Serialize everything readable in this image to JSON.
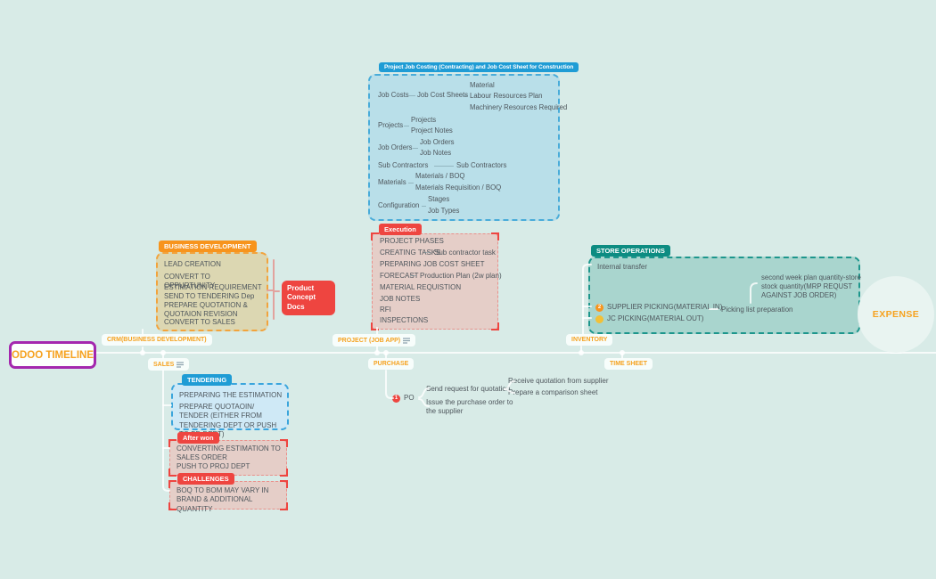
{
  "root": {
    "label": "ODOO TIMELINE"
  },
  "branches": {
    "crm": {
      "label": "CRM(BUSINESS DEVELOPMENT)"
    },
    "sales": {
      "label": "SALES"
    },
    "project": {
      "label": "PROJECT (JOB APP)"
    },
    "purchase": {
      "label": "PURCHASE"
    },
    "inventory": {
      "label": "INVENTORY"
    },
    "timesheet": {
      "label": "TIME SHEET"
    },
    "expense": {
      "label": "EXPENSE"
    }
  },
  "business_development": {
    "title": "BUSINESS DEVELOPMENT",
    "items": [
      "LEAD CREATION",
      "CONVERT TO OPPURTUNITY",
      "ESTIMATION REQUIREMENT SEND TO TENDERING Dep",
      "PREPARE QUOTATION  & QUOTAION REVISION",
      "CONVERT TO SALES"
    ],
    "attachment": "Product Concept Docs"
  },
  "job_costing": {
    "title": "Project Job Costing (Contracting) and Job Cost Sheet for Construction",
    "rows": [
      {
        "parent": "Job Costs",
        "mid": "Job Cost Sheets",
        "children": [
          "Material",
          "Labour Resources Plan",
          "Machinery Resources Required"
        ]
      },
      {
        "parent": "Projects",
        "children": [
          "Projects",
          "Project Notes"
        ]
      },
      {
        "parent": "Job Orders",
        "children": [
          "Job Orders",
          "Job Notes"
        ]
      },
      {
        "parent": "Sub Contractors",
        "children": [
          "Sub Contractors"
        ]
      },
      {
        "parent": "Materials",
        "children": [
          "Materials / BOQ",
          "Materials Requisition / BOQ"
        ]
      },
      {
        "parent": "Configuration",
        "children": [
          "Stages",
          "Job Types"
        ]
      }
    ]
  },
  "execution": {
    "title": "Execution",
    "items": [
      {
        "label": "PROJECT PHASES"
      },
      {
        "label": "CREATING TASKS",
        "child": "Sub contractor task"
      },
      {
        "label": "PREPARING JOB COST SHEET"
      },
      {
        "label": "FORECAST",
        "child": "Production Plan (2w plan)"
      },
      {
        "label": "MATERIAL REQUISTION"
      },
      {
        "label": "JOB NOTES"
      },
      {
        "label": "RFI"
      },
      {
        "label": "INSPECTIONS"
      }
    ]
  },
  "tendering": {
    "title": "TENDERING",
    "items": [
      "PREPARING THE ESTIMATION",
      "PREPARE QUOTAOIN/ TENDER (EITHER FROM TENDERING DEPT OR PUSH TO BD DEPT)"
    ]
  },
  "after_won": {
    "title": "After won",
    "items": [
      "CONVERTING ESTIMATION TO SALES ORDER",
      "PUSH TO PROJ DEPT"
    ]
  },
  "challenges": {
    "title": "CHALLENGES",
    "items": [
      "BOQ TO BOM MAY VARY IN BRAND & ADDITIONAL QUANTITY"
    ]
  },
  "purchase_flow": {
    "po_label": "PO",
    "send_rfq": "Send request for quotation",
    "receive_quote": "Receive quotation from supplier",
    "comparison": "Prepare a comparison sheet",
    "issue_po": "Issue the purchase order to the supplier"
  },
  "store_operations": {
    "title": "STORE OPERATIONS",
    "internal_transfer": "Internal transfer",
    "supplier_picking": "SUPPLIER PICKING(MATERIAL IN)",
    "jc_picking": "JC PICKING(MATERIAL OUT)",
    "picking_list": "Picking list preparation",
    "week_plan": "second week plan quantity-store stock quantity(MRP REQUST AGAINST JOB ORDER)"
  },
  "icons": {
    "po_priority": "1",
    "supplier_priority": "2",
    "jc_priority": "3",
    "sales_notes": "notes-icon",
    "project_notes": "notes-icon"
  },
  "colors": {
    "background": "#d8ebe7",
    "blue": "#1f9cd5",
    "red": "#ee4540",
    "orange": "#f7941d",
    "teal": "#0d8c82",
    "purple": "#a327ae",
    "accent_text": "#f6a21f"
  }
}
